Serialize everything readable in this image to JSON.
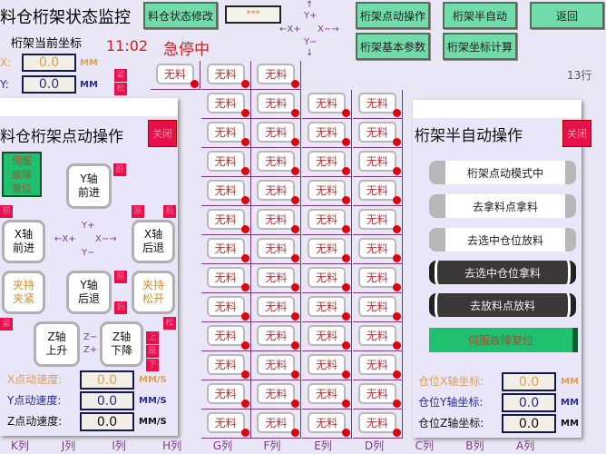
{
  "header": {
    "title": "料仓桁架状态监控",
    "modify_button": "料仓状态修改",
    "password_value": "***",
    "buttons": [
      "桁架点动操作",
      "桁架半自动",
      "返回",
      "桁架基本参数",
      "桁架坐标计算"
    ],
    "coord_title": "桁架当前坐标",
    "time": "11:02",
    "status": "急停中",
    "x_label": "X:",
    "x_value": "0.0",
    "y_label": "Y:",
    "y_value": "0.0",
    "unit": "MM",
    "tag_clamp": "紧",
    "tag_release": "松"
  },
  "axis_hint": {
    "y_plus": "Y+",
    "y_minus": "Y−",
    "x_plus": "←X+",
    "x_minus": "X−→",
    "up": "↑",
    "down": "↓"
  },
  "grid": {
    "cell_label": "无料",
    "row_label": "13行",
    "columns": [
      "K列",
      "J列",
      "I列",
      "H列",
      "G列",
      "F列",
      "E列",
      "D列",
      "C列",
      "B列",
      "A列"
    ],
    "colors": {
      "empty_dot": "#e00010",
      "line": "#7a3a7a"
    }
  },
  "jog_panel": {
    "title": "料仓桁架点动操作",
    "close": "关闭",
    "servo_reset": "伺服故障复位",
    "y_forward": "Y轴前进",
    "x_forward": "X轴前进",
    "x_back": "X轴后退",
    "clamp": "夹持夹紧",
    "y_back": "Y轴后退",
    "release": "夹持松开",
    "z_up": "Z轴上升",
    "z_down": "Z轴下降",
    "tags": {
      "front": "前",
      "origin": "原",
      "back": "后",
      "clamp": "紧",
      "release": "松",
      "up": "上",
      "down": "下"
    },
    "hint": {
      "y_plus": "Y+",
      "y_minus": "Y−",
      "x_plus": "←X+",
      "x_minus": "X−→",
      "z_minus": "Z−",
      "z_plus": "Z+"
    },
    "speeds": [
      {
        "label": "X点动速度:",
        "value": "0.0",
        "unit": "MM/S",
        "color": "#e0a050"
      },
      {
        "label": "Y点动速度:",
        "value": "0.0",
        "unit": "MM/S",
        "color": "#2a2aa0"
      },
      {
        "label": "Z点动速度:",
        "value": "0.0",
        "unit": "MM/S",
        "color": "#111111"
      }
    ]
  },
  "semi_panel": {
    "title": "桁架半自动操作",
    "close": "关闭",
    "buttons": [
      "桁架点动模式中",
      "去拿料点拿料",
      "去选中仓位放料",
      "去选中仓位拿料",
      "去放料点放料"
    ],
    "servo_reset": "伺服故障复位",
    "coords": [
      {
        "label": "仓位X轴坐标:",
        "value": "0.0",
        "unit": "MM",
        "color": "#e0a050"
      },
      {
        "label": "仓位Y轴坐标:",
        "value": "0.0",
        "unit": "MM",
        "color": "#2a2aa0"
      },
      {
        "label": "仓位Z轴坐标:",
        "value": "0.0",
        "unit": "MM",
        "color": "#111111"
      }
    ]
  }
}
